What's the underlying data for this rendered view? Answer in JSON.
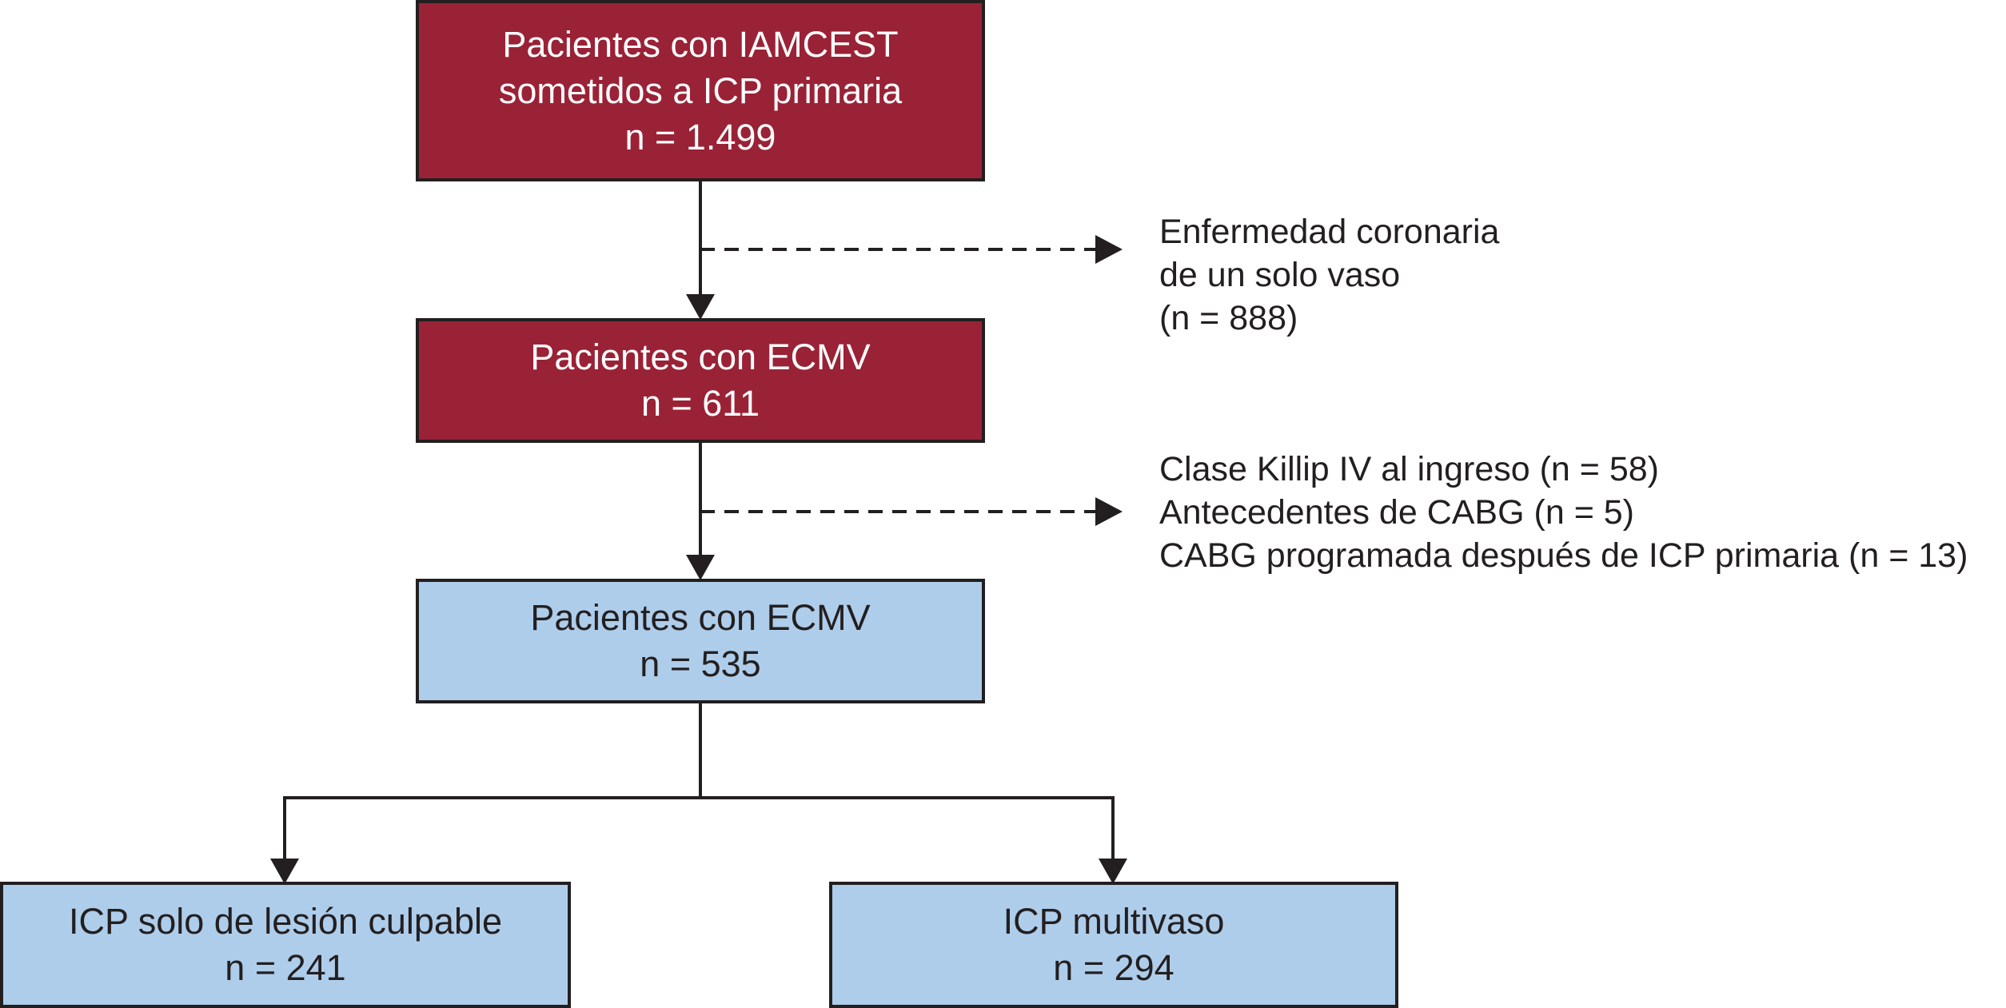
{
  "colors": {
    "included_box": "#9a2236",
    "final_box": "#aecdea",
    "line": "#231f20"
  },
  "boxes": {
    "initial": {
      "line1": "Pacientes con IAMCEST",
      "line2": "sometidos a ICP primaria",
      "line3": "n = 1.499"
    },
    "multivessel": {
      "line1": "Pacientes con ECMV",
      "line2": "n = 611"
    },
    "final": {
      "line1": "Pacientes con ECMV",
      "line2": "n = 535"
    },
    "culprit_only": {
      "line1": "ICP solo de lesión culpable",
      "line2": "n = 241"
    },
    "multivessel_pci": {
      "line1": "ICP multivaso",
      "line2": "n = 294"
    }
  },
  "exclusions": {
    "first": {
      "line1": "Enfermedad coronaria",
      "line2": "de un solo vaso",
      "line3": "(n = 888)"
    },
    "second": {
      "line1": "Clase Killip IV al ingreso (n = 58)",
      "line2": "Antecedentes de CABG (n = 5)",
      "line3": "CABG programada después de ICP primaria (n = 13)"
    }
  }
}
